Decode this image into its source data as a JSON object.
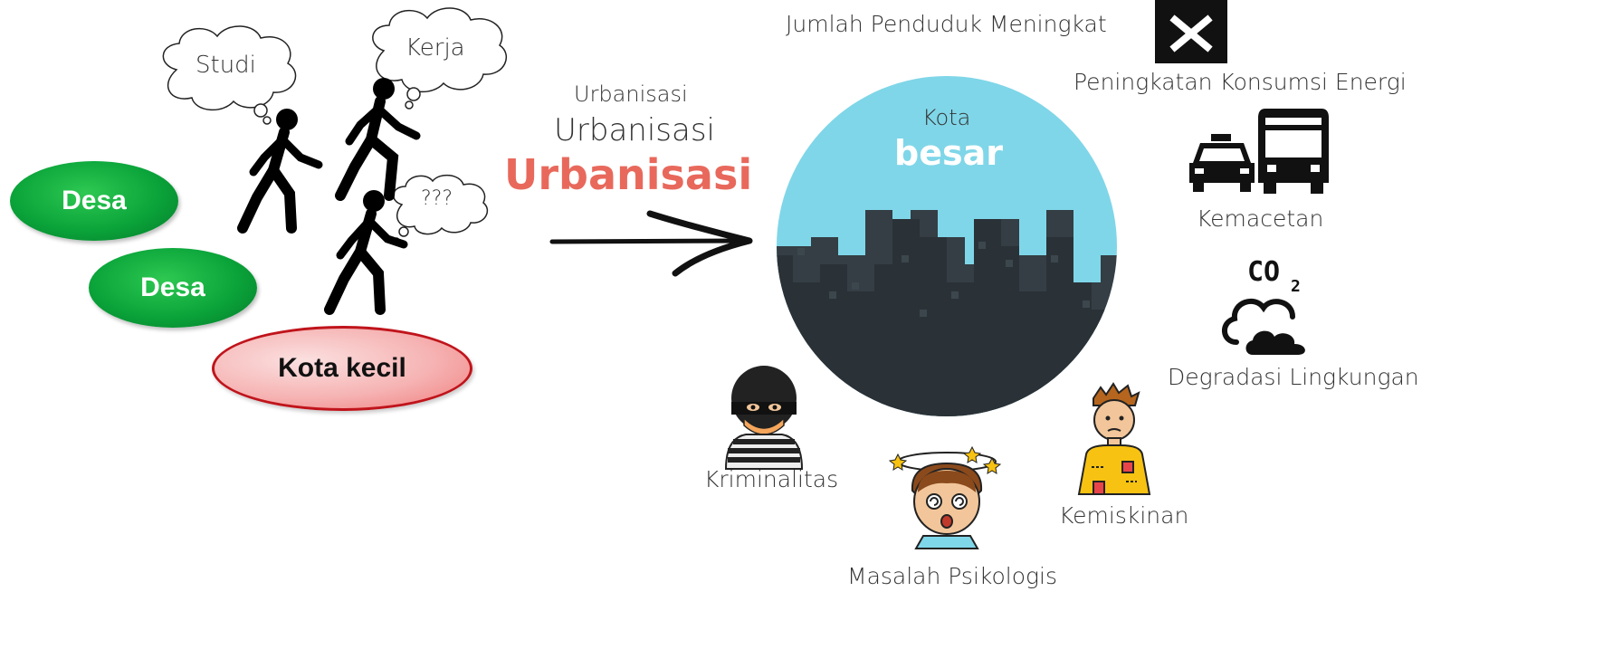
{
  "left": {
    "desa_1": "Desa",
    "desa_2": "Desa",
    "kota_kecil": "Kota kecil",
    "thought_study": "Studi",
    "thought_work": "Kerja",
    "thought_unknown": "???"
  },
  "middle": {
    "urbanisasi_small": "Urbanisasi",
    "urbanisasi_medium": "Urbanisasi",
    "urbanisasi_large": "Urbanisasi"
  },
  "city": {
    "title_small": "Kota",
    "title_large": "besar",
    "sky_color": "#7fd6e8",
    "building_color": "#2a3237"
  },
  "impacts": {
    "population": "Jumlah Penduduk Meningkat",
    "energy": "Peningkatan Konsumsi Energi",
    "traffic": "Kemacetan",
    "environment": "Degradasi Lingkungan",
    "poverty": "Kemiskinan",
    "psychology": "Masalah Psikologis",
    "crime": "Kriminalitas"
  },
  "colors": {
    "urbanisasi_accent": "#e8695c",
    "desa_green": "#0aa43a",
    "kota_kecil_border": "#c0141b"
  },
  "icons": [
    "walking-person-icon",
    "thought-cloud-icon",
    "arrow-right-icon",
    "city-skyline-icon",
    "close-icon",
    "taxi-icon",
    "bus-icon",
    "co2-cloud-icon",
    "poor-person-icon",
    "dizzy-person-icon",
    "thief-icon"
  ]
}
